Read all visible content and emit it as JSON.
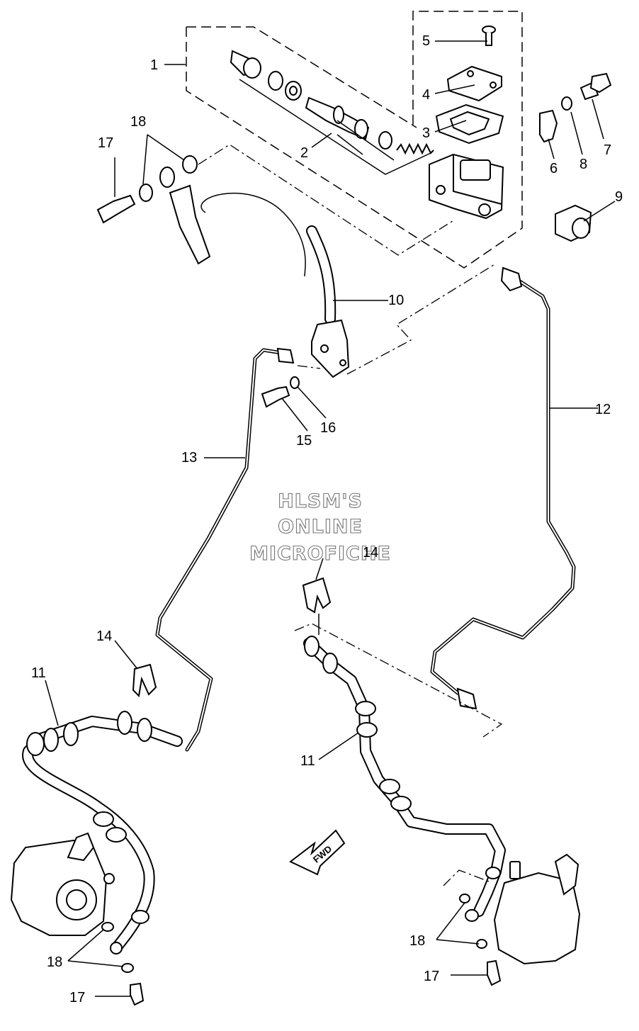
{
  "watermark": {
    "line1": "HLSM'S",
    "line2": "ONLINE",
    "line3": "MICROFICHE"
  },
  "direction_marker": "FWD",
  "callouts": {
    "c1": "1",
    "c2": "2",
    "c3": "3",
    "c4": "4",
    "c5": "5",
    "c6": "6",
    "c7": "7",
    "c8": "8",
    "c9": "9",
    "c10": "10",
    "c11a": "11",
    "c11b": "11",
    "c12": "12",
    "c13": "13",
    "c14a": "14",
    "c14b": "14",
    "c15": "15",
    "c16": "16",
    "c17a": "17",
    "c17b": "17",
    "c17c": "17",
    "c18a": "18",
    "c18b": "18",
    "c18c": "18"
  }
}
